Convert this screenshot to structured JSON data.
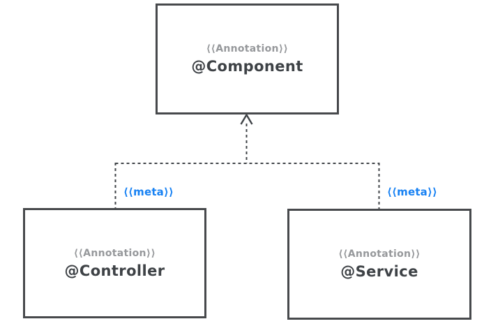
{
  "diagram": {
    "type": "uml-class-diagram",
    "nodes": [
      {
        "id": "component",
        "stereotype": "⟨⟨Annotation⟩⟩",
        "name": "@Component"
      },
      {
        "id": "controller",
        "stereotype": "⟨⟨Annotation⟩⟩",
        "name": "@Controller"
      },
      {
        "id": "service",
        "stereotype": "⟨⟨Annotation⟩⟩",
        "name": "@Service"
      }
    ],
    "edges": [
      {
        "from": "controller",
        "to": "component",
        "label": "⟨⟨meta⟩⟩",
        "style": "dashed",
        "arrow": "open"
      },
      {
        "from": "service",
        "to": "component",
        "label": "⟨⟨meta⟩⟩",
        "style": "dashed",
        "arrow": "open"
      }
    ]
  },
  "colors": {
    "background": "#ffffff",
    "node_border": "#47494c",
    "node_fill": "#ffffff",
    "line": "#3f4347",
    "text_primary": "#3e4246",
    "text_secondary": "#96989b",
    "accent_blue": "#1781f3"
  }
}
